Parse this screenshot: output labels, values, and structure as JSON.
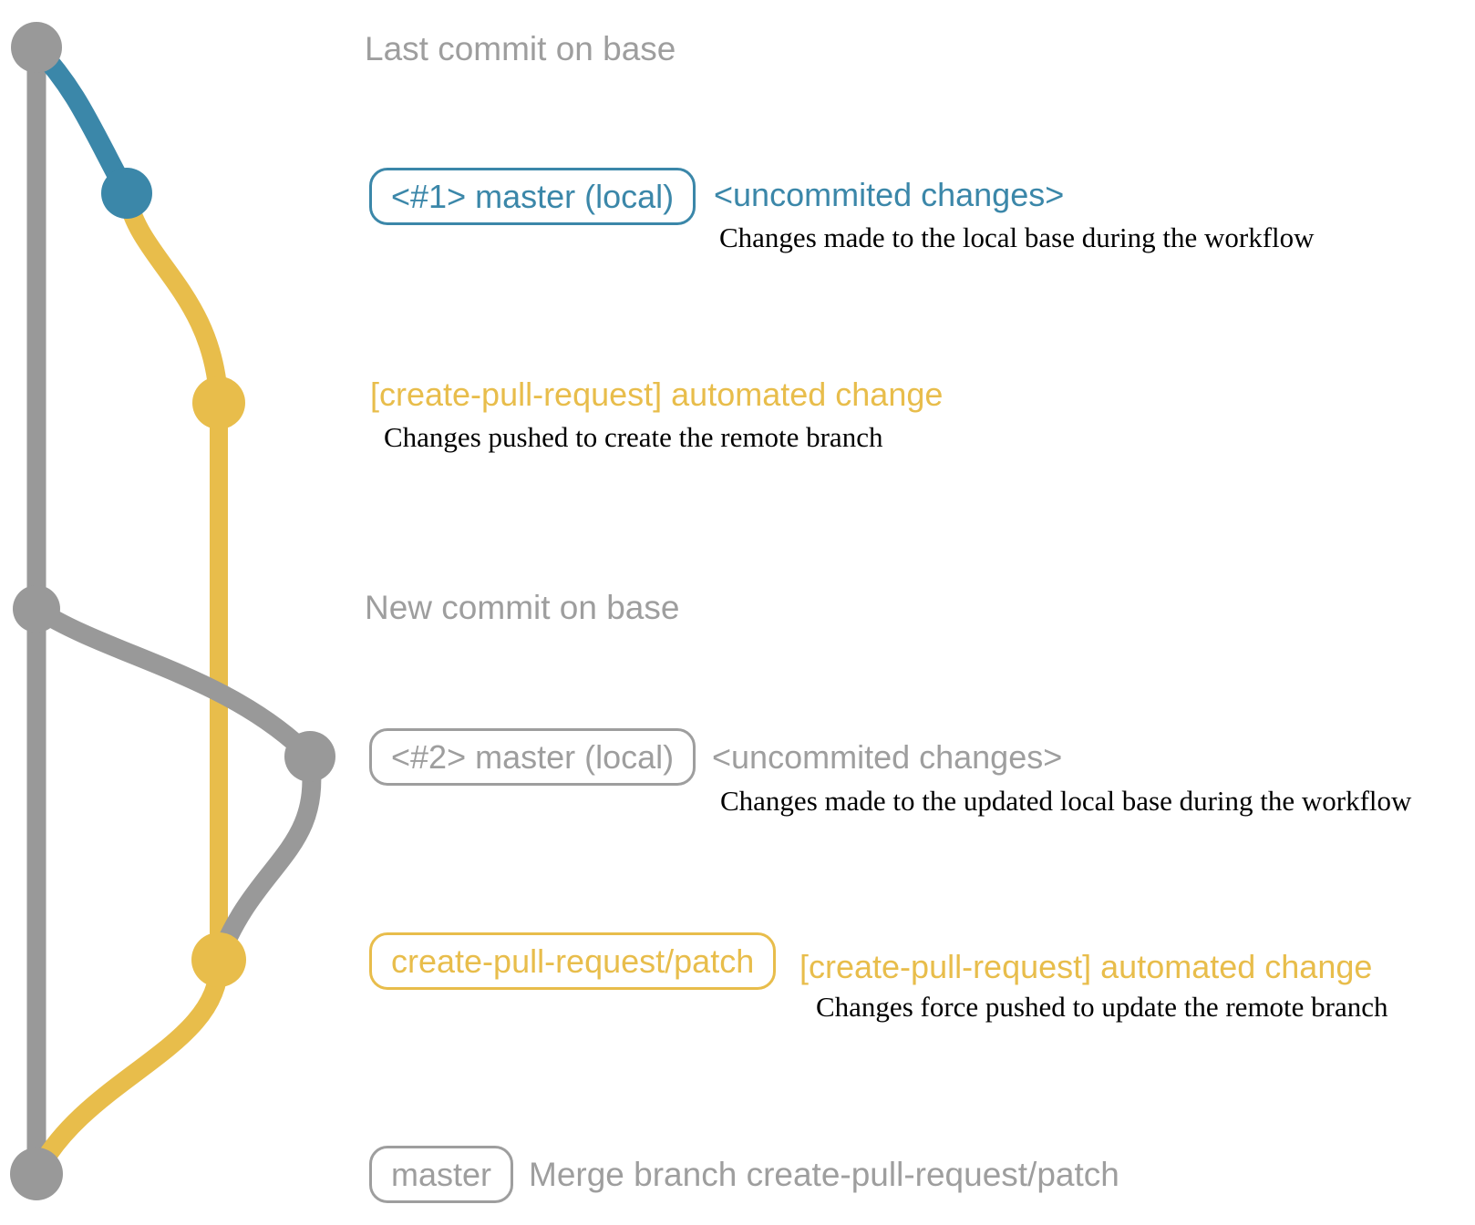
{
  "colors": {
    "gray": "#999999",
    "blue": "#3b87a9",
    "yellow": "#e8bd4b",
    "captionGray": "#9e9e9e",
    "noteBlack": "#000000"
  },
  "rows": {
    "r1": {
      "caption": "Last commit on base"
    },
    "r2": {
      "badge": "<#1> master (local)",
      "side": "<uncommited changes>",
      "note": "Changes made to the local base during the workflow"
    },
    "r3": {
      "label": "[create-pull-request] automated change",
      "note": "Changes pushed to create the remote branch"
    },
    "r4": {
      "caption": "New commit on base"
    },
    "r5": {
      "badge": "<#2> master (local)",
      "side": "<uncommited changes>",
      "note": "Changes made to the updated local base during the workflow"
    },
    "r6": {
      "badge": "create-pull-request/patch",
      "side": "[create-pull-request] automated change",
      "note": "Changes force pushed to update the remote branch"
    },
    "r7": {
      "badge": "master",
      "side": "Merge branch create-pull-request/patch"
    }
  }
}
